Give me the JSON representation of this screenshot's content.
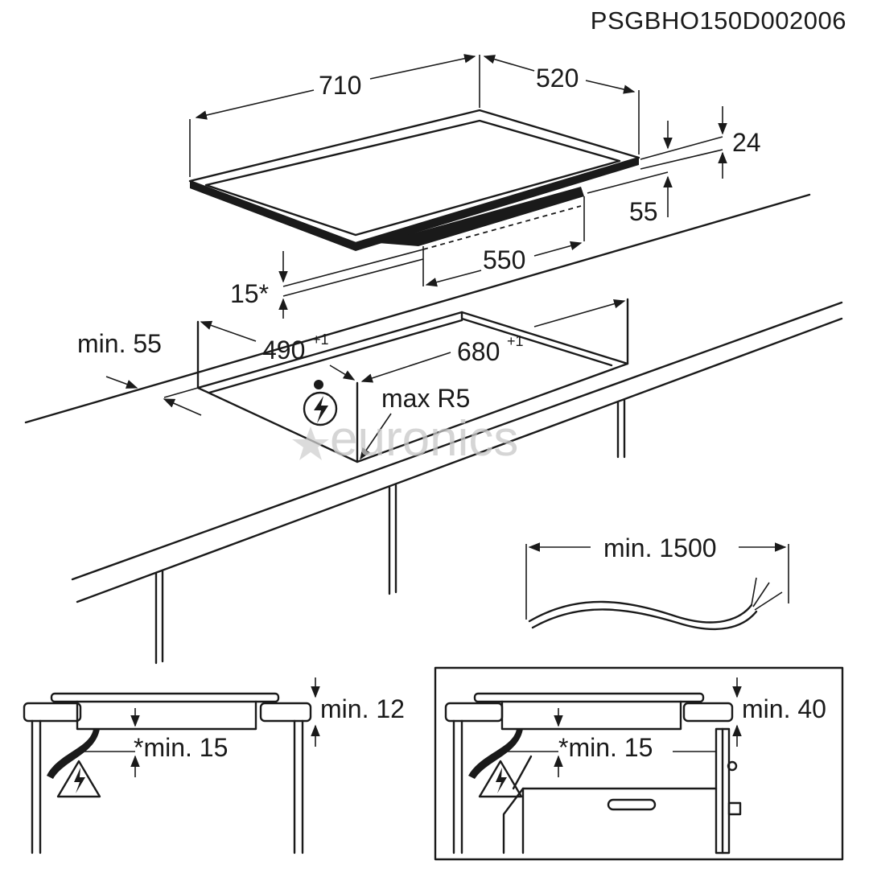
{
  "product_code": "PSGBHO150D002006",
  "watermark": "euronics",
  "dimensions": {
    "width": "710",
    "depth": "520",
    "thickness": "24",
    "box_depth": "55",
    "box_width": "550",
    "clearance_front": "15*",
    "cutout_depth": "490",
    "cutout_depth_tol": "+1",
    "cutout_width": "680",
    "cutout_width_tol": "+1",
    "min_front": "min. 55",
    "corner_radius": "max R5",
    "cable_length": "min. 1500"
  },
  "detail_left": {
    "top_clearance": "min. 12",
    "bottom_clearance": "*min. 15"
  },
  "detail_right": {
    "top_clearance": "min. 40",
    "bottom_clearance": "*min. 15"
  },
  "colors": {
    "line": "#1a1a1a",
    "watermark": "#c8c8c8",
    "background": "#ffffff"
  },
  "icons": [
    "electric-hazard-triangle-icon",
    "electric-hazard-circle-icon",
    "euronics-star-icon"
  ]
}
